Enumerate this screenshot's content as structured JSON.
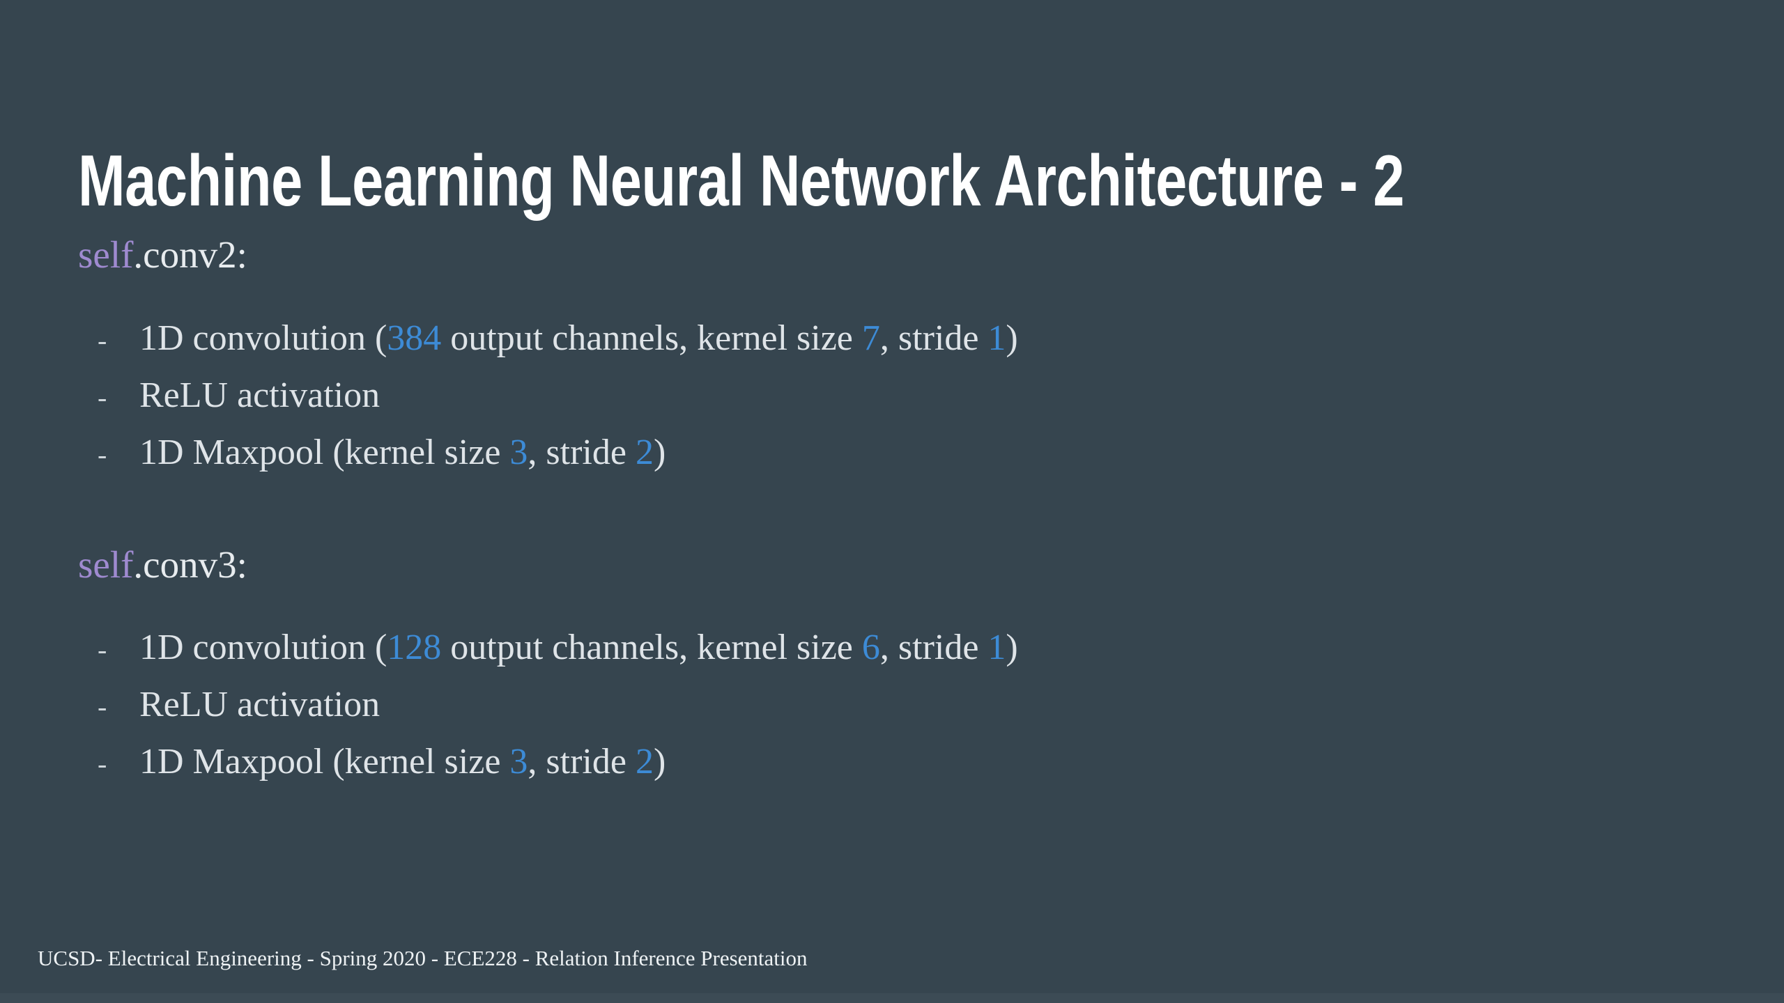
{
  "slide": {
    "background_color": "#36454f",
    "title": "Machine Learning Neural Network Architecture - 2",
    "accent_number_color": "#3d8bd6",
    "keyword_color": "#9f8ad0",
    "body_text_color": "#dfe4e8",
    "footer": "UCSD- Electrical Engineering - Spring 2020 - ECE228 - Relation Inference Presentation"
  },
  "sections": [
    {
      "keyword": "self",
      "heading_rest": ".conv2:",
      "bullets": [
        {
          "marker": "-",
          "parts": [
            {
              "text": "1D convolution (",
              "kind": "plain"
            },
            {
              "text": "384",
              "kind": "num"
            },
            {
              "text": " output channels, kernel size ",
              "kind": "plain"
            },
            {
              "text": "7",
              "kind": "num"
            },
            {
              "text": ", stride ",
              "kind": "plain"
            },
            {
              "text": "1",
              "kind": "num"
            },
            {
              "text": ")",
              "kind": "plain"
            }
          ]
        },
        {
          "marker": "-",
          "parts": [
            {
              "text": "ReLU activation",
              "kind": "plain"
            }
          ]
        },
        {
          "marker": "-",
          "parts": [
            {
              "text": "1D Maxpool (kernel size ",
              "kind": "plain"
            },
            {
              "text": "3",
              "kind": "num"
            },
            {
              "text": ", stride ",
              "kind": "plain"
            },
            {
              "text": "2",
              "kind": "num"
            },
            {
              "text": ")",
              "kind": "plain"
            }
          ]
        }
      ]
    },
    {
      "keyword": "self",
      "heading_rest": ".conv3:",
      "bullets": [
        {
          "marker": "-",
          "parts": [
            {
              "text": "1D convolution (",
              "kind": "plain"
            },
            {
              "text": "128",
              "kind": "num"
            },
            {
              "text": " output channels, kernel size ",
              "kind": "plain"
            },
            {
              "text": "6",
              "kind": "num"
            },
            {
              "text": ", stride ",
              "kind": "plain"
            },
            {
              "text": "1",
              "kind": "num"
            },
            {
              "text": ")",
              "kind": "plain"
            }
          ]
        },
        {
          "marker": "-",
          "parts": [
            {
              "text": "ReLU activation",
              "kind": "plain"
            }
          ]
        },
        {
          "marker": "-",
          "parts": [
            {
              "text": "1D Maxpool (kernel size ",
              "kind": "plain"
            },
            {
              "text": "3",
              "kind": "num"
            },
            {
              "text": ", stride ",
              "kind": "plain"
            },
            {
              "text": "2",
              "kind": "num"
            },
            {
              "text": ")",
              "kind": "plain"
            }
          ]
        }
      ]
    }
  ]
}
